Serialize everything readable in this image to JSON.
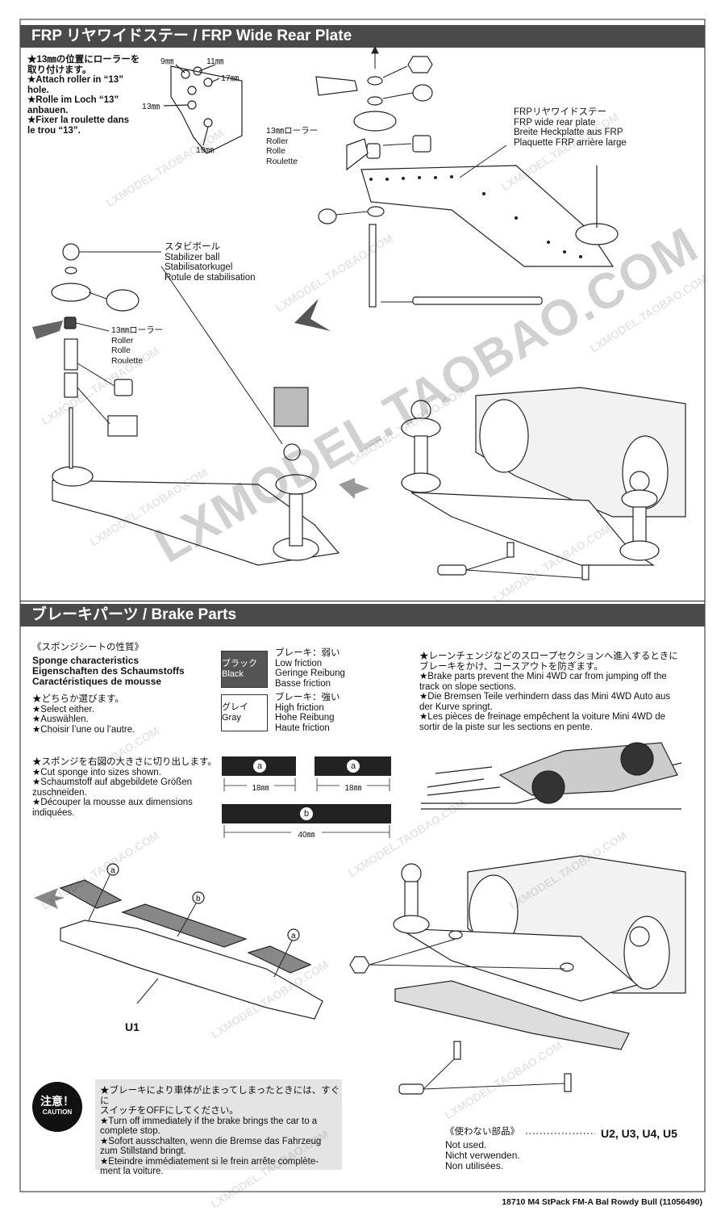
{
  "section1": {
    "title": "FRP リヤワイドステー / FRP Wide Rear Plate",
    "roller_hole_note": "★13㎜の位置にローラーを\n取り付けます。\n★Attach roller in “13”\nhole.\n★Rolle im Loch “13”\nanbauen.\n★Fixer la roulette dans\nle trou “13”.",
    "hole_labels": [
      "9㎜",
      "11㎜",
      "17㎜",
      "13㎜",
      "19㎜"
    ],
    "roller_label_top": "13㎜ローラー\nRoller\nRolle\nRoulette",
    "plate_label": "FRPリヤワイドステー\nFRP wide rear plate\nBreite Heckplatte aus FRP\nPlaquette FRP arrière large",
    "stabilizer_label": "スタビボール\nStabilizer ball\nStabilisatorkugel\nRotule de stabilisation",
    "roller_label_mid": "13㎜ローラー\nRoller\nRolle\nRoulette"
  },
  "section2": {
    "title": "ブレーキパーツ / Brake Parts",
    "sponge_heading_jp": "《スポンジシートの性質》",
    "sponge_heading": "Sponge characteristics\nEigenschaften des Schaumstoffs\nCaractéristiques de mousse",
    "select_note": "★どちらか選びます。\n★Select either.\n★Auswählen.\n★Choisir l’une ou l’autre.",
    "black_swatch": "ブラック\nBlack",
    "black_desc": "ブレーキ：弱い\nLow friction\nGeringe Reibung\nBasse friction",
    "gray_swatch": "グレイ\nGray",
    "gray_desc": "ブレーキ：強い\nHigh friction\nHohe Reibung\nHaute friction",
    "brake_note": "★レーンチェンジなどのスロープセクションへ進入するときに\nブレーキをかけ、コースアウトを防ぎます。\n★Brake parts prevent the Mini 4WD car from jumping off the\ntrack on slope sections.\n★Die Bremsen Teile verhindern dass das Mini 4WD Auto aus\nder Kurve springt.\n★Les pièces de freinage empêchent la voiture Mini 4WD de\nsortir de la piste sur les sections en pente.",
    "cut_note": "★スポンジを右図の大きさに切り出します。\n★Cut sponge into sizes shown.\n★Schaumstoff auf abgebildete Größen\nzuschneiden.\n★Découper la mousse aux dimensions\nindiquées.",
    "sponge_a": "a",
    "sponge_b": "b",
    "dim_18": "18㎜",
    "dim_40": "40㎜",
    "part_u1": "U1",
    "caution_badge_jp": "注意！",
    "caution_badge_en": "CAUTION",
    "caution_text": "★ブレーキにより車体が止まってしまったときには、すぐに\nスイッチをOFFにしてください。\n★Turn off immediately if the brake brings the car to a\ncomplete stop.\n★Sofort ausschalten, wenn die Bremse das Fahrzeug\nzum Stillstand bringt.\n★Eteindre immédiatement si le frein arrête complète-\nment la voiture.",
    "unused_heading": "《使わない部品》",
    "unused_parts": "U2, U3, U4, U5",
    "unused_text": "Not used.\nNicht verwenden.\nNon utilisées."
  },
  "footer": "18710  M4 StPack FM-A Bal Rowdy Bull (11056490)",
  "watermarks": {
    "small": "LXMODEL.TAOBAO.COM",
    "large": "LXMODEL.TAOBAO.COM"
  }
}
